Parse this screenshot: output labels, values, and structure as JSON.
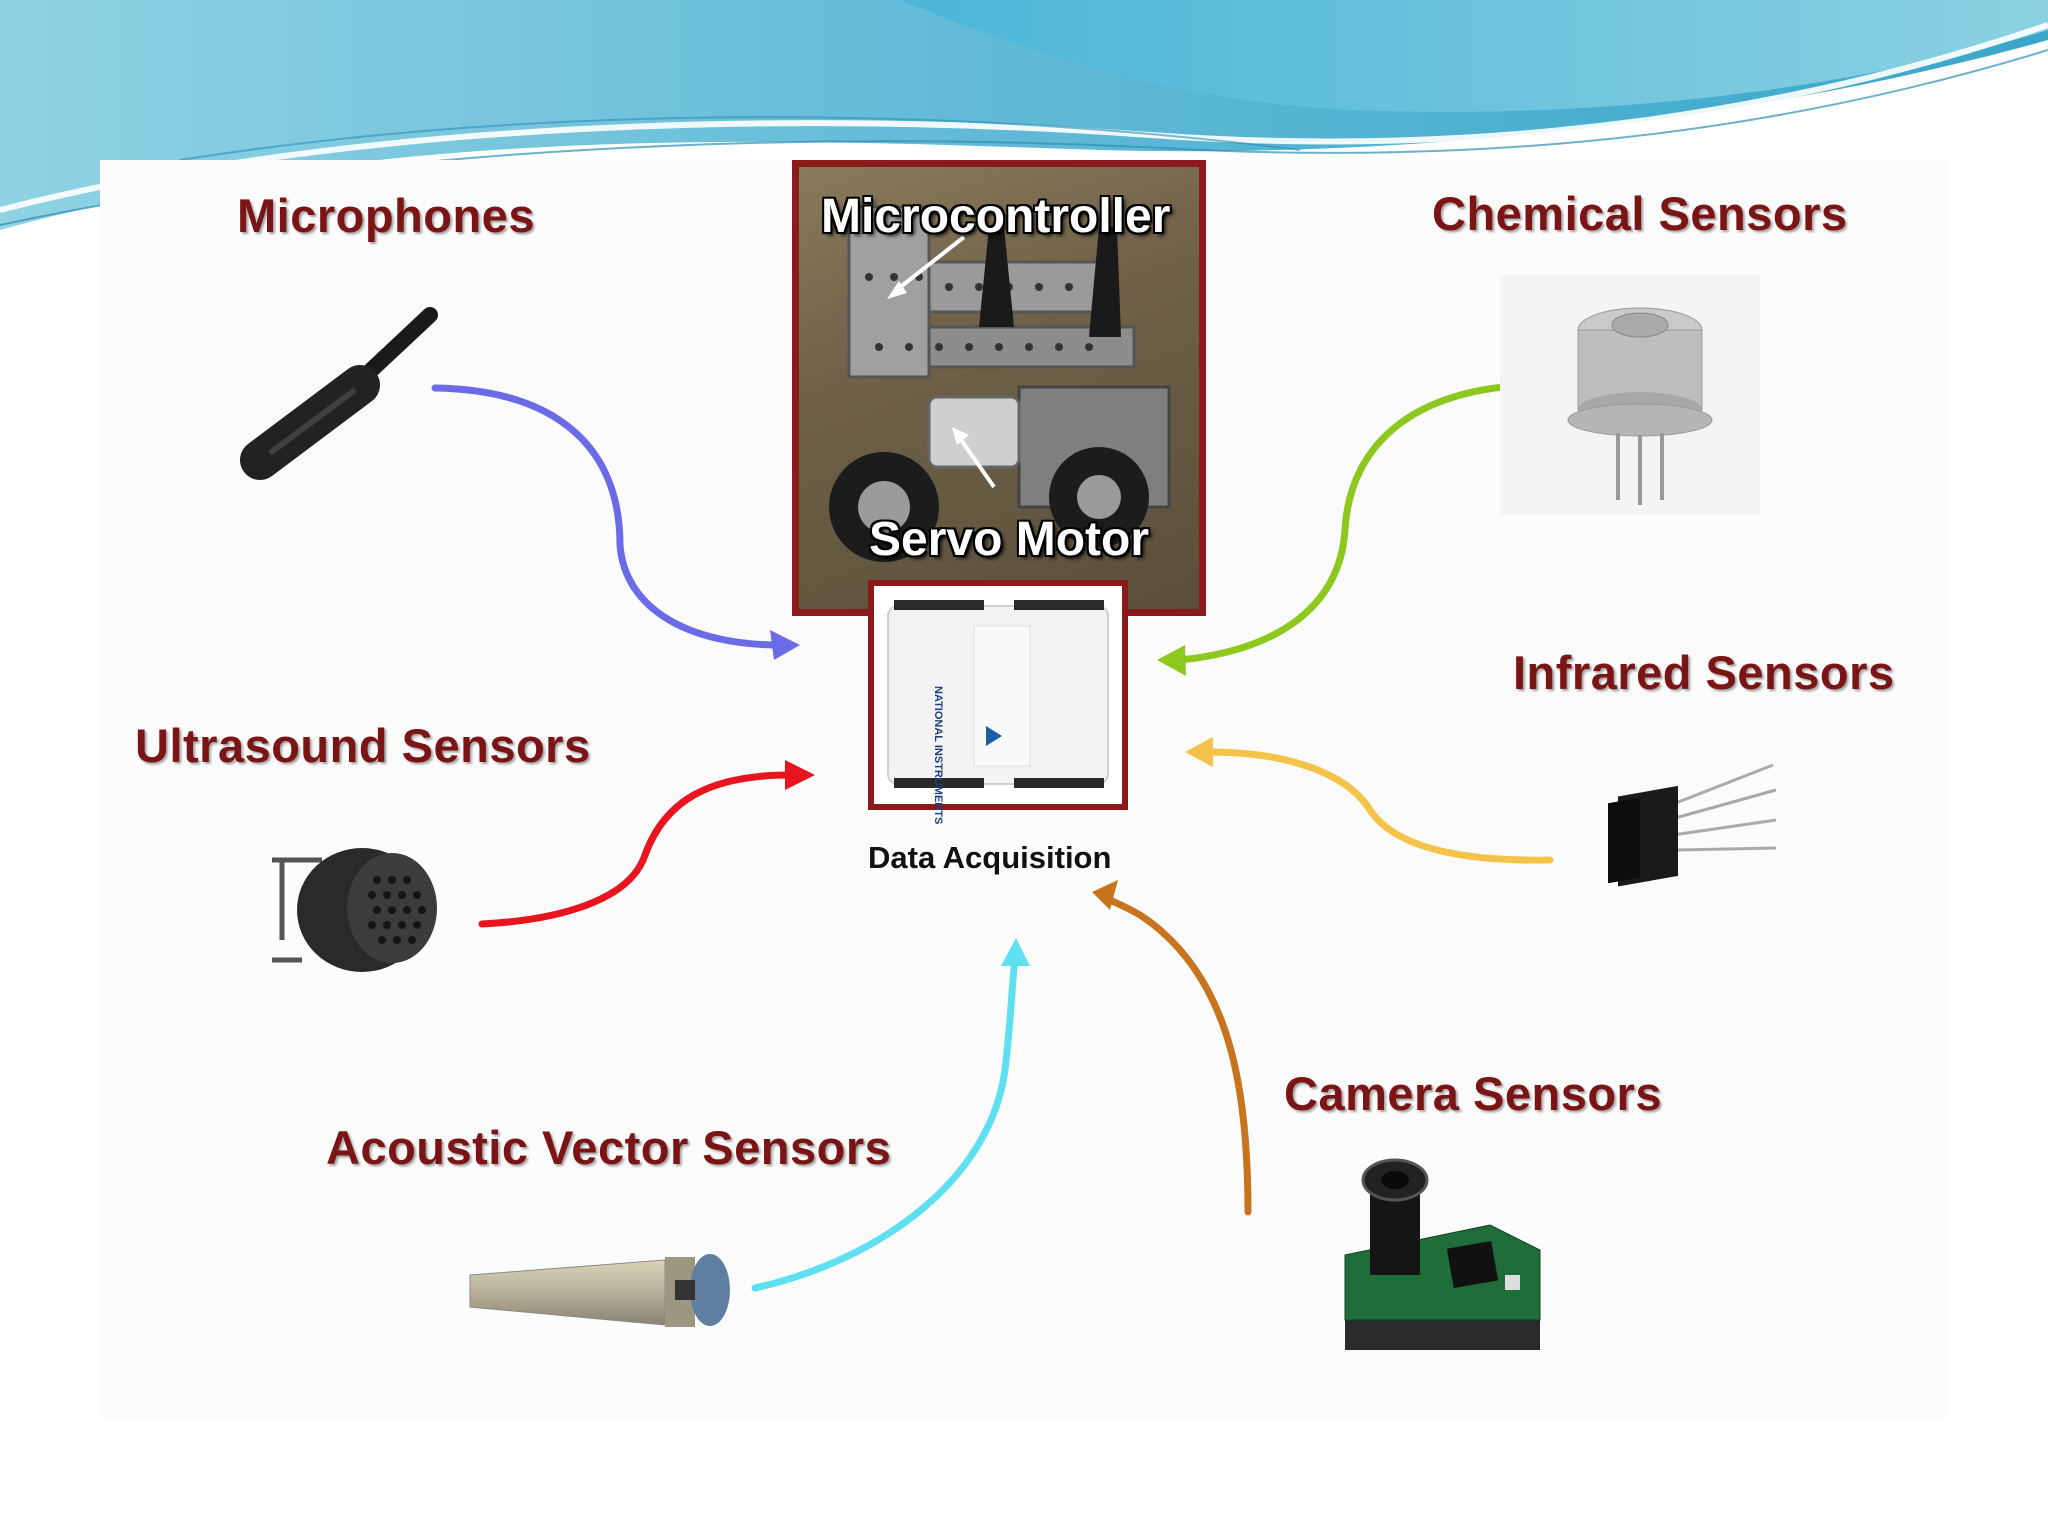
{
  "colors": {
    "label": "#7b1414",
    "frame": "#8b1a1a",
    "microphones_arrow": "#6b6be8",
    "ultrasound_arrow": "#e8141e",
    "acoustic_arrow": "#5ee0f0",
    "camera_arrow": "#c8741e",
    "infrared_arrow": "#f5c24a",
    "chemical_arrow": "#8cc81e"
  },
  "center": {
    "microcontroller_label": "Microcontroller",
    "servo_label": "Servo Motor",
    "daq_caption": "Data Acquisition"
  },
  "sensors": {
    "microphones": "Microphones",
    "ultrasound": "Ultrasound Sensors",
    "acoustic": "Acoustic Vector Sensors",
    "chemical": "Chemical Sensors",
    "infrared": "Infrared Sensors",
    "camera": "Camera Sensors"
  },
  "daq_device_text": "NATIONAL INSTRUMENTS"
}
